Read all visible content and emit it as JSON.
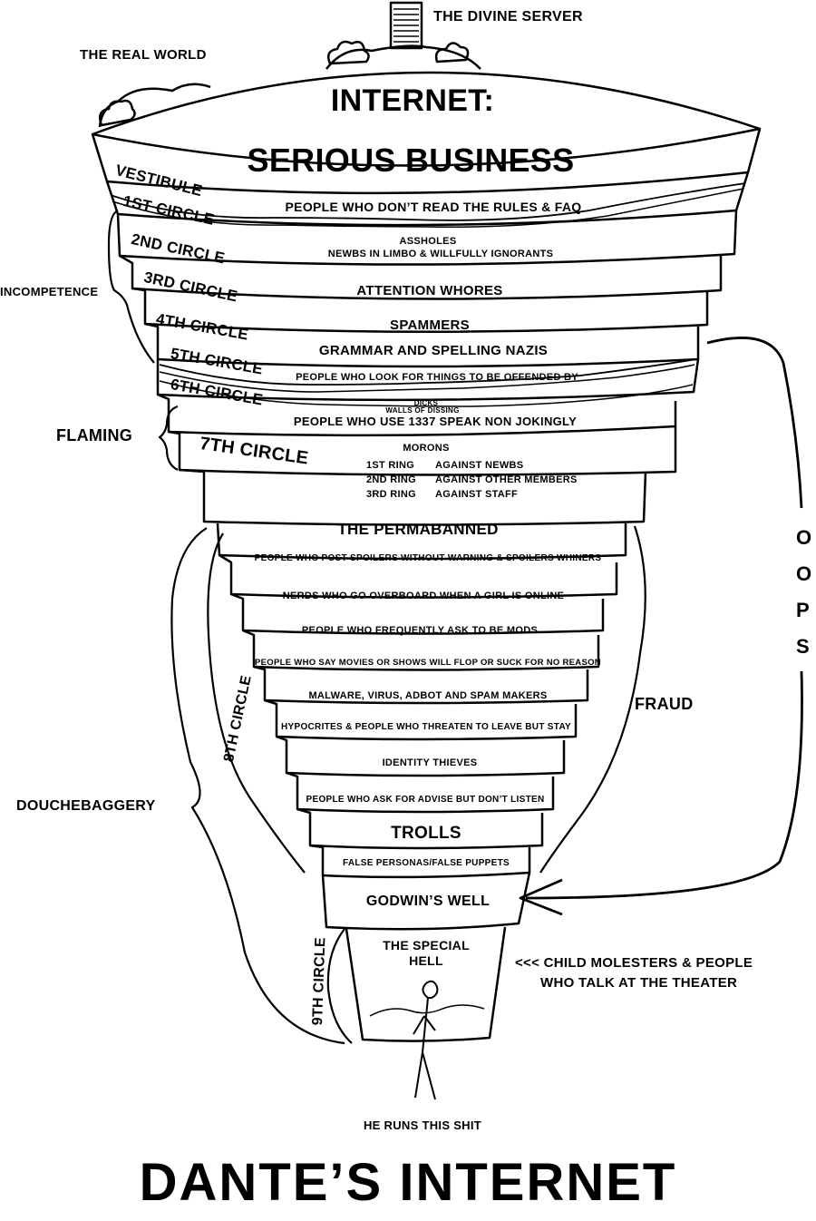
{
  "title": "DANTE’S INTERNET",
  "top": {
    "divine_server": "THE DIVINE SERVER",
    "real_world": "THE REAL WORLD",
    "main_title_line1": "INTERNET:",
    "main_title_line2": "SERIOUS BUSINESS"
  },
  "circles": {
    "vestibule": "VESTIBULE",
    "c1": "1ST CIRCLE",
    "c2": "2ND CIRCLE",
    "c3": "3RD CIRCLE",
    "c4": "4TH CIRCLE",
    "c5": "5TH CIRCLE",
    "c6": "6TH CIRCLE",
    "c7": "7TH CIRCLE",
    "c8": "8TH CIRCLE",
    "c9": "9TH CIRCLE"
  },
  "levels": {
    "vestibule": "PEOPLE WHO DON’T READ THE RULES & FAQ",
    "c1_a": "ASSHOLES",
    "c1_b": "NEWBS IN LIMBO & WILLFULLY IGNORANTS",
    "c2": "ATTENTION WHORES",
    "c3": "SPAMMERS",
    "c4": "GRAMMAR AND SPELLING NAZIS",
    "c5": "PEOPLE WHO LOOK FOR THINGS TO BE OFFENDED BY",
    "dicks": "DICKS",
    "walls": "WALLS OF DISSING",
    "c6": "PEOPLE WHO USE 1337 SPEAK NON JOKINGLY",
    "morons": "MORONS",
    "rings": [
      {
        "name": "1ST RING",
        "desc": "AGAINST NEWBS"
      },
      {
        "name": "2ND RING",
        "desc": "AGAINST OTHER MEMBERS"
      },
      {
        "name": "3RD RING",
        "desc": "AGAINST STAFF"
      }
    ],
    "permabanned": "THE PERMABANNED",
    "bolgia": [
      "PEOPLE WHO POST SPOILERS WITHOUT WARNING & SPOILERS WHINERS",
      "NERDS WHO GO OVERBOARD WHEN A GIRL IS ONLINE",
      "PEOPLE WHO FREQUENTLY ASK TO BE MODS",
      "PEOPLE WHO SAY MOVIES OR SHOWS WILL FLOP OR SUCK FOR NO REASON",
      "MALWARE, VIRUS, ADBOT AND SPAM MAKERS",
      "HYPOCRITES & PEOPLE WHO THREATEN TO LEAVE BUT STAY",
      "IDENTITY THIEVES",
      "PEOPLE WHO ASK FOR ADVISE BUT DON’T LISTEN",
      "TROLLS",
      "FALSE PERSONAS/FALSE PUPPETS"
    ],
    "godwin": "GODWIN’S WELL",
    "special_hell_1": "THE SPECIAL",
    "special_hell_2": "HELL"
  },
  "side": {
    "incompetence": "INCOMPETENCE",
    "flaming": "FLAMING",
    "fraud": "FRAUD",
    "douchebaggery": "DOUCHEBAGGERY",
    "oops": [
      "O",
      "O",
      "P",
      "S"
    ],
    "child_1": "<<< CHILD MOLESTERS & PEOPLE",
    "child_2": "WHO TALK AT THE THEATER",
    "he_runs": "HE RUNS THIS SHIT"
  }
}
